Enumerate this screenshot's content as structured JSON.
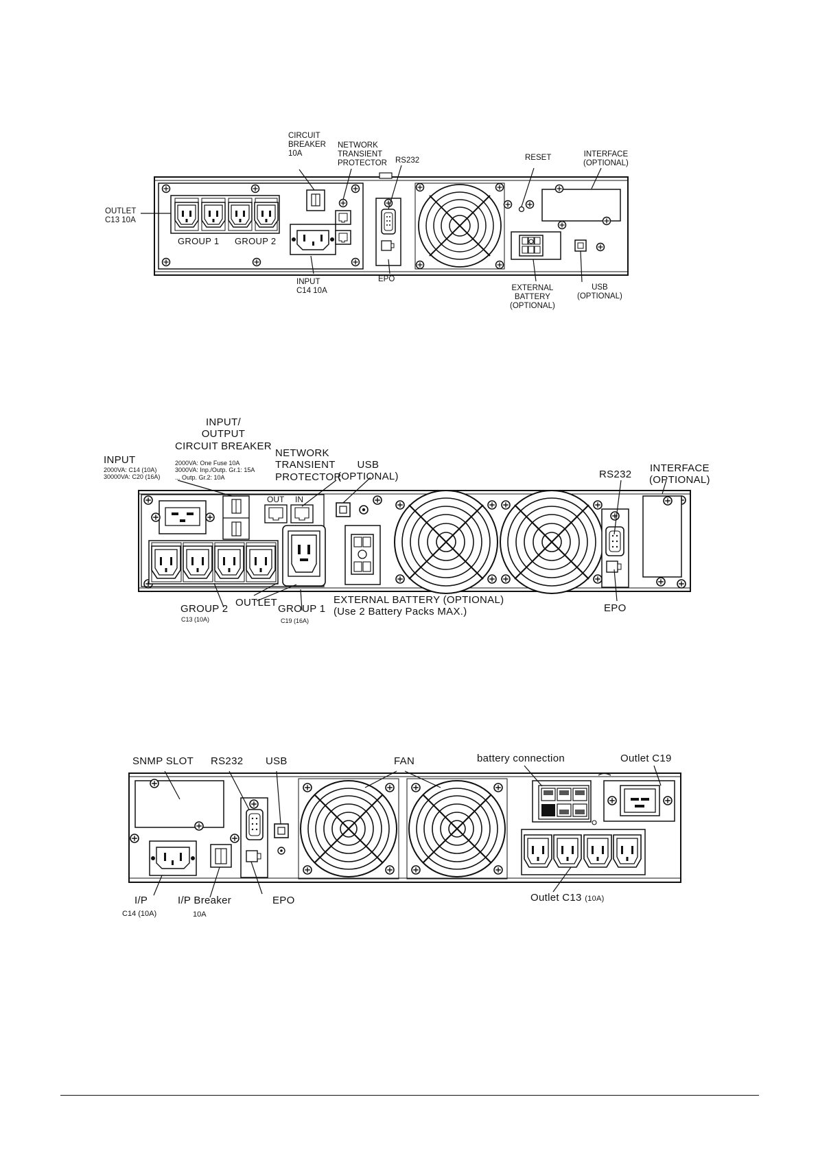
{
  "panel1": {
    "circuit_breaker": [
      "CIRCUIT",
      "BREAKER",
      "10A"
    ],
    "network_transient_protector": [
      "NETWORK",
      "TRANSIENT",
      "PROTECTOR"
    ],
    "rs232": "RS232",
    "reset": "RESET",
    "interface": [
      "INTERFACE",
      "(OPTIONAL)"
    ],
    "outlet": [
      "OUTLET",
      "C13 10A"
    ],
    "group1": "GROUP 1",
    "group2": "GROUP 2",
    "input": [
      "INPUT",
      "C14 10A"
    ],
    "epo": "EPO",
    "external_battery": [
      "EXTERNAL",
      "BATTERY",
      "(OPTIONAL)"
    ],
    "usb": [
      "USB",
      "(OPTIONAL)"
    ]
  },
  "panel2": {
    "input_output_breaker": [
      "INPUT/",
      "OUTPUT",
      "CIRCUIT BREAKER"
    ],
    "breaker_notes": [
      "2000VA: One Fuse 10A",
      "3000VA: Inp./Outp. Gr.1: 15A",
      "... Outp. Gr.2: 10A"
    ],
    "input": "INPUT",
    "input_notes": [
      "2000VA: C14 (10A)",
      "30000VA: C20 (16A)"
    ],
    "network_transient_protector": [
      "NETWORK",
      "TRANSIENT",
      "PROTECTOR"
    ],
    "usb": [
      "USB",
      "(OPTIONAL)"
    ],
    "rs232": "RS232",
    "interface": [
      "INTERFACE",
      "(OPTIONAL)"
    ],
    "out": "OUT",
    "in": "IN",
    "group2": "GROUP 2",
    "group2_note": "C13 (10A)",
    "outlet": "OUTLET",
    "group1": "GROUP 1",
    "group1_note": "C19 (16A)",
    "external_battery": [
      "EXTERNAL BATTERY (OPTIONAL)",
      "(Use 2 Battery Packs MAX.)"
    ],
    "epo": "EPO"
  },
  "panel3": {
    "snmp_slot": "SNMP SLOT",
    "rs232": "RS232",
    "usb": "USB",
    "fan": "FAN",
    "battery_connection": "battery connection",
    "outlet_c19": "Outlet C19",
    "ip": "I/P",
    "ip_note": "C14 (10A)",
    "ip_breaker": "I/P Breaker",
    "ip_breaker_note": "10A",
    "epo": "EPO",
    "outlet_c13": "Outlet C13",
    "outlet_c13_note": "(10A)"
  }
}
